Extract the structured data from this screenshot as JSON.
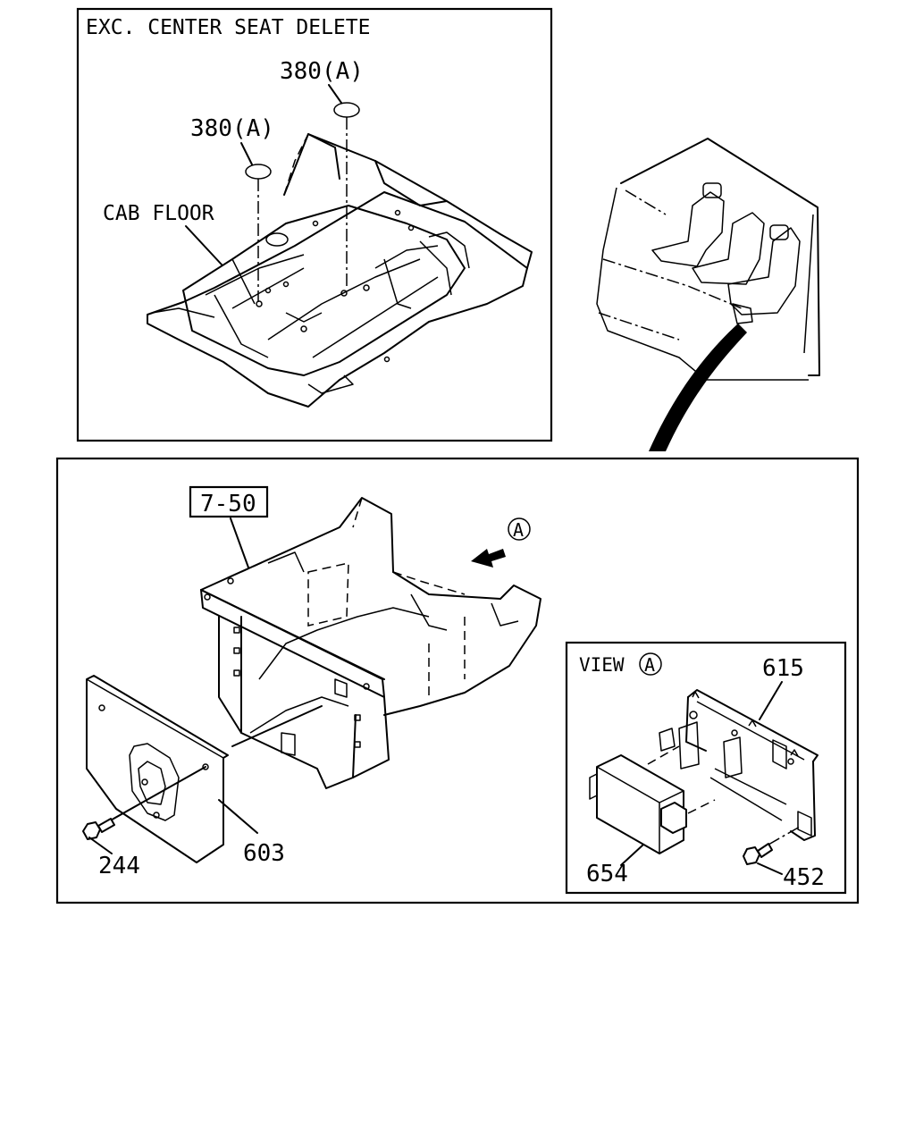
{
  "top_panel": {
    "title": "EXC. CENTER SEAT DELETE",
    "label_cab_floor": "CAB FLOOR",
    "callout_1": "380(A)",
    "callout_2": "380(A)"
  },
  "bottom_panel": {
    "ref_box": "7-50",
    "view_marker": "A",
    "part_603": "603",
    "part_244": "244"
  },
  "view_inset": {
    "title": "VIEW",
    "marker": "A",
    "part_615": "615",
    "part_654": "654",
    "part_452": "452"
  }
}
